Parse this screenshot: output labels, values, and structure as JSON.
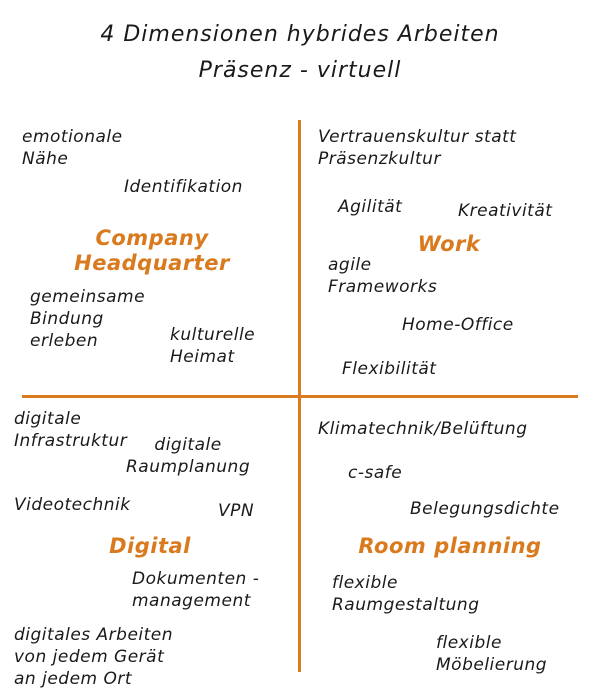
{
  "title": {
    "line1": "4 Dimensionen hybrides Arbeiten",
    "line2": "Präsenz - virtuell"
  },
  "colors": {
    "accent": "#d97a1e",
    "text": "#1a1a1a"
  },
  "quadrants": {
    "headquarter": {
      "heading": "Company\nHeadquarter",
      "items": [
        "emotionale\nNähe",
        "Identifikation",
        "gemeinsame\nBindung\nerleben",
        "kulturelle\nHeimat"
      ]
    },
    "work": {
      "heading": "Work",
      "items": [
        "Vertrauenskultur statt\nPräsenzkultur",
        "Agilität",
        "Kreativität",
        "agile\nFrameworks",
        "Home-Office",
        "Flexibilität"
      ]
    },
    "digital": {
      "heading": "Digital",
      "items": [
        "digitale\nInfrastruktur",
        "digitale\nRaumplanung",
        "Videotechnik",
        "VPN",
        "Dokumenten -\nmanagement",
        "digitales Arbeiten\nvon jedem Gerät\nan jedem Ort"
      ]
    },
    "room": {
      "heading": "Room planning",
      "items": [
        "Klimatechnik/Belüftung",
        "c-safe",
        "Belegungsdichte",
        "flexible\nRaumgestaltung",
        "flexible\nMöbelierung"
      ]
    }
  }
}
